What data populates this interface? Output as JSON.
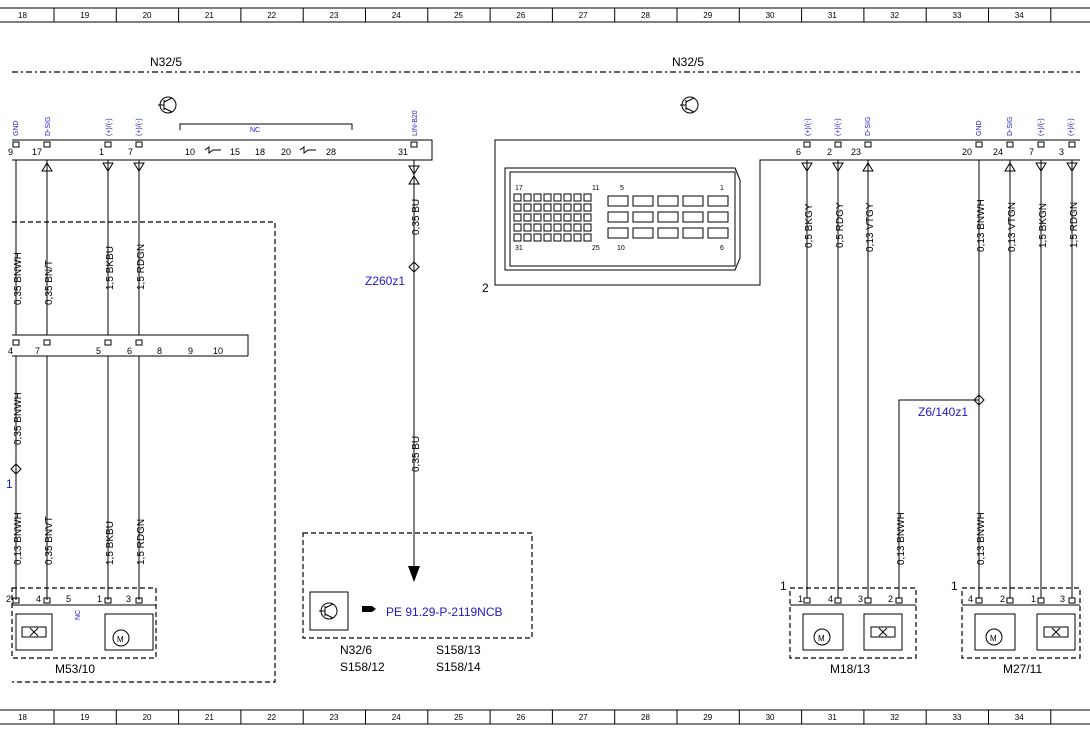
{
  "columns": [
    "18",
    "19",
    "20",
    "21",
    "22",
    "23",
    "24",
    "25",
    "26",
    "27",
    "28",
    "29",
    "30",
    "31",
    "32",
    "33",
    "34"
  ],
  "modules": {
    "left": "N32/5",
    "right": "N32/5"
  },
  "signals_left": [
    "GND",
    "D-SIG",
    "(+)/(-)",
    "(+)/(-)",
    "LIN-B20"
  ],
  "signals_right": [
    "(+)/(-)",
    "(+)/(-)",
    "D-SIG",
    "GND",
    "D-SIG",
    "(+)/(-)",
    "(+)/(-)"
  ],
  "nc_label": "NC",
  "pins_top_left": [
    "9",
    "17",
    "1",
    "7",
    "10",
    "15",
    "18",
    "20",
    "28",
    "31"
  ],
  "pins_top_right": [
    "6",
    "2",
    "23",
    "20",
    "24",
    "7",
    "3"
  ],
  "wires": {
    "w_a1": "0,35 BNWH",
    "w_b1": "0,35 BN/T",
    "w_c1": "1,5 BKBU",
    "w_d1": "1,5 RDGN",
    "w_bu1": "0,35 BU",
    "w_a2": "0,35 BNWH",
    "w_bu2": "0,35 BU",
    "w_a3": "0,13 BNWH",
    "w_b3": "0,35 BNVT",
    "w_c3": "1,5 BKBU",
    "w_d3": "1,5 RDGN",
    "w_r1": "0,5 BKGY",
    "w_r2": "0,5 RDGY",
    "w_r3": "0,13 VTGY",
    "w_r4": "0,13 BNWH",
    "w_r5": "0,13 VTGN",
    "w_r6": "1,5 BKGN",
    "w_r7": "1,5 RDGN",
    "w_r8": "0,13 BNWH",
    "w_r9": "0,13 BNWH"
  },
  "mid_connector_pins": [
    "4",
    "7",
    "5",
    "6",
    "8",
    "9",
    "10"
  ],
  "splices": {
    "z260": "Z260z1",
    "z6": "Z6/140z1",
    "left_small": "1"
  },
  "connector_box_labels": {
    "num": "2",
    "p17": "17",
    "p11": "11",
    "p5": "5",
    "p1": "1",
    "p31": "31",
    "p25": "25",
    "p10": "10",
    "p6": "6"
  },
  "bottom_components": {
    "m53": {
      "label": "M53/10",
      "pins": [
        "2",
        "4",
        "5",
        "1",
        "3"
      ],
      "nc": "NC"
    },
    "m18": {
      "label": "M18/13",
      "pins": [
        "1",
        "4",
        "3",
        "2"
      ],
      "num": "1"
    },
    "m27": {
      "label": "M27/11",
      "pins": [
        "4",
        "2",
        "1",
        "3"
      ],
      "num": "1"
    }
  },
  "reference": {
    "text": "PE 91.29-P-2119NCB",
    "refs": [
      "N32/6",
      "S158/13",
      "S158/12",
      "S158/14"
    ]
  }
}
